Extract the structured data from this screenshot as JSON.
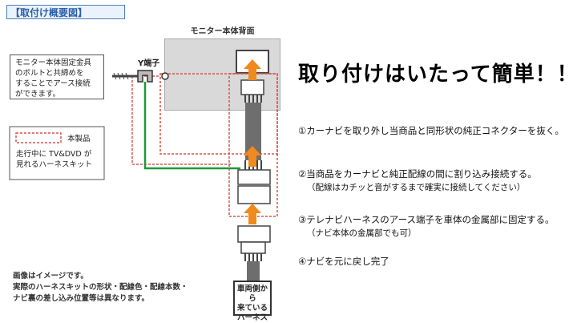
{
  "header": {
    "title": "【取付け概要図】"
  },
  "monitor": {
    "label": "モニター本体背面"
  },
  "terminal": {
    "label": "Y端子"
  },
  "note_bolt": {
    "lines": [
      "モニター本体固定金具",
      "のボルトと共締めを",
      "することでアース接続",
      "ができます。"
    ]
  },
  "legend": {
    "product_label": "本製品",
    "lines": [
      "走行中に TV&DVD が",
      "見れるハーネスキット"
    ]
  },
  "catchphrase": "取り付けはいたって簡単！！",
  "steps": [
    {
      "text": "①カーナビを取り外し当商品と同形状の純正コネクターを抜く。"
    },
    {
      "text": "②当商品をカーナビと純正配線の間に割り込み接続する。",
      "sub": "（配線はカチッと音がするまで確実に接続してください）"
    },
    {
      "text": "③テレナビハーネスのアース端子を車体の金属部に固定する。",
      "sub": "（ナビ本体の金属部でも可）"
    },
    {
      "text": "④ナビを元に戻し完了"
    }
  ],
  "footnote": {
    "lines": [
      "画像はイメージです。",
      "実際のハーネスキットの形状・配線色・配線本数・",
      "ナビ裏の差し込み位置等は異なります。"
    ]
  },
  "vehicle_box": {
    "lines": [
      "車両側から",
      "来ている",
      "ハーネス"
    ]
  },
  "colors": {
    "accent_blue": "#2b5fa8",
    "wire_green": "#1a9a3a",
    "dotted_red": "#d9534f",
    "arrow_orange": "#f08a1c",
    "cable_gray": "#6e6e6e"
  }
}
